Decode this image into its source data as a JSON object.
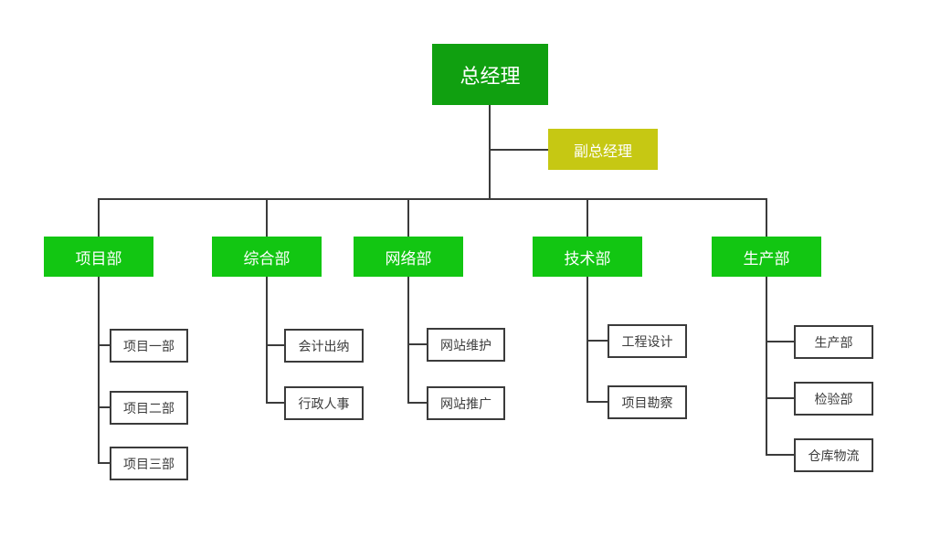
{
  "colors": {
    "background": "#ffffff",
    "ceo_box": "#10a010",
    "dept_box": "#12c612",
    "deputy_box": "#c6c813",
    "box_text": "#ffffff",
    "line": "#3b3b3b",
    "leaf_border": "#3b3b3b",
    "leaf_text": "#3c3c3c"
  },
  "nodes": {
    "ceo": {
      "label": "总经理"
    },
    "deputy": {
      "label": "副总经理"
    },
    "departments": [
      {
        "label": "项目部",
        "children": [
          "项目一部",
          "项目二部",
          "项目三部"
        ]
      },
      {
        "label": "综合部",
        "children": [
          "会计出纳",
          "行政人事"
        ]
      },
      {
        "label": "网络部",
        "children": [
          "网站维护",
          "网站推广"
        ]
      },
      {
        "label": "技术部",
        "children": [
          "工程设计",
          "项目勘察"
        ]
      },
      {
        "label": "生产部",
        "children": [
          "生产部",
          "检验部",
          "仓库物流"
        ]
      }
    ]
  }
}
